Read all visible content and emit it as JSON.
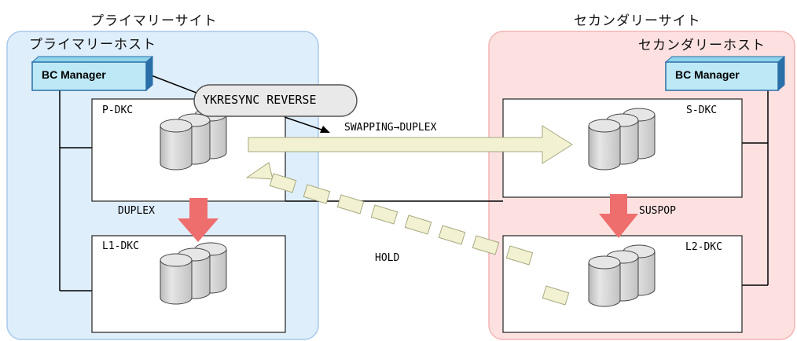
{
  "primary_site": {
    "title": "プライマリーサイト",
    "host_title": "プライマリーホスト",
    "bc_manager": "BC Manager",
    "p_dkc": "P-DKC",
    "l1_dkc": "L1-DKC",
    "p_l1_status": "DUPLEX"
  },
  "secondary_site": {
    "title": "セカンダリーサイト",
    "host_title": "セカンダリーホスト",
    "bc_manager": "BC Manager",
    "s_dkc": "S-DKC",
    "l2_dkc": "L2-DKC",
    "s_l2_status": "SUSPOP"
  },
  "command": "YKRESYNC REVERSE",
  "pair_status": "SWAPPING→DUPLEX",
  "hold_status": "HOLD",
  "colors": {
    "primary_bg": "#dfeefb",
    "primary_border": "#a7c9ea",
    "secondary_bg": "#fde1e1",
    "secondary_border": "#f4b4b4",
    "bc_fill": "#bde8f6",
    "bc_border": "#2b6fa8",
    "arrow_fill": "#f2f2d2",
    "arrow_stroke": "#a8a882",
    "pink_arrow": "#ee6e6e",
    "cylinder_fill": "#d6d6d6"
  }
}
